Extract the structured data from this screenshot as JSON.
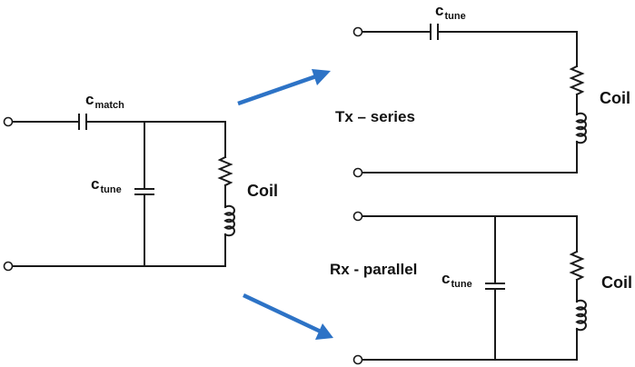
{
  "left_circuit": {
    "c_match_base": "c",
    "c_match_sub": "match",
    "c_tune_base": "c",
    "c_tune_sub": "tune",
    "coil_label": "Coil"
  },
  "tx_circuit": {
    "title": "Tx – series",
    "c_tune_base": "c",
    "c_tune_sub": "tune",
    "coil_label": "Coil"
  },
  "rx_circuit": {
    "title": "Rx - parallel",
    "c_tune_base": "c",
    "c_tune_sub": "tune",
    "coil_label": "Coil"
  },
  "colors": {
    "wire": "#1a1a1a",
    "arrow": "#2d73c6"
  }
}
